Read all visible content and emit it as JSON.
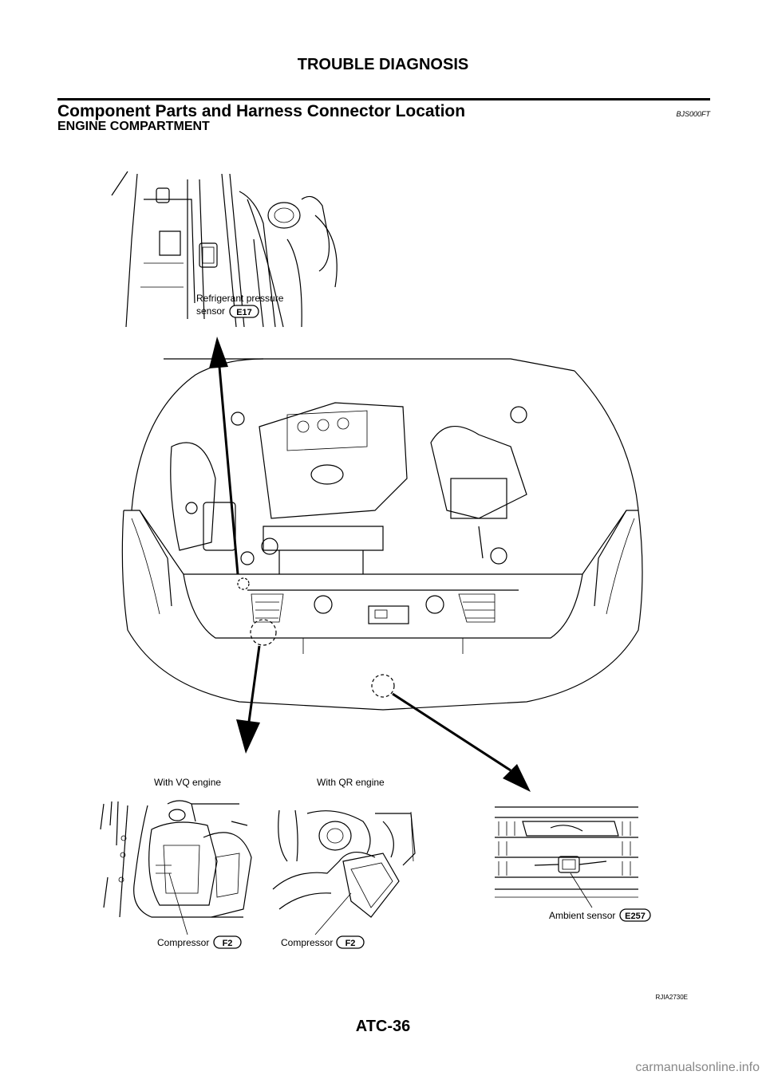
{
  "header": {
    "title": "TROUBLE DIAGNOSIS"
  },
  "section": {
    "title": "Component Parts and Harness Connector Location",
    "code": "BJS000FT"
  },
  "subsection": {
    "title": "ENGINE COMPARTMENT"
  },
  "callouts": {
    "refrigerant_label_1": "Refrigerant pressure",
    "refrigerant_label_2": "sensor",
    "refrigerant_connector": "E17",
    "vq_engine": "With VQ engine",
    "qr_engine": "With QR engine",
    "compressor_vq_label": "Compressor",
    "compressor_vq_connector": "F2",
    "compressor_qr_label": "Compressor",
    "compressor_qr_connector": "F2",
    "ambient_label": "Ambient sensor",
    "ambient_connector": "E257"
  },
  "figure_id": "RJIA2730E",
  "footer": {
    "page": "ATC-36"
  },
  "watermark": "carmanualsonline.info"
}
